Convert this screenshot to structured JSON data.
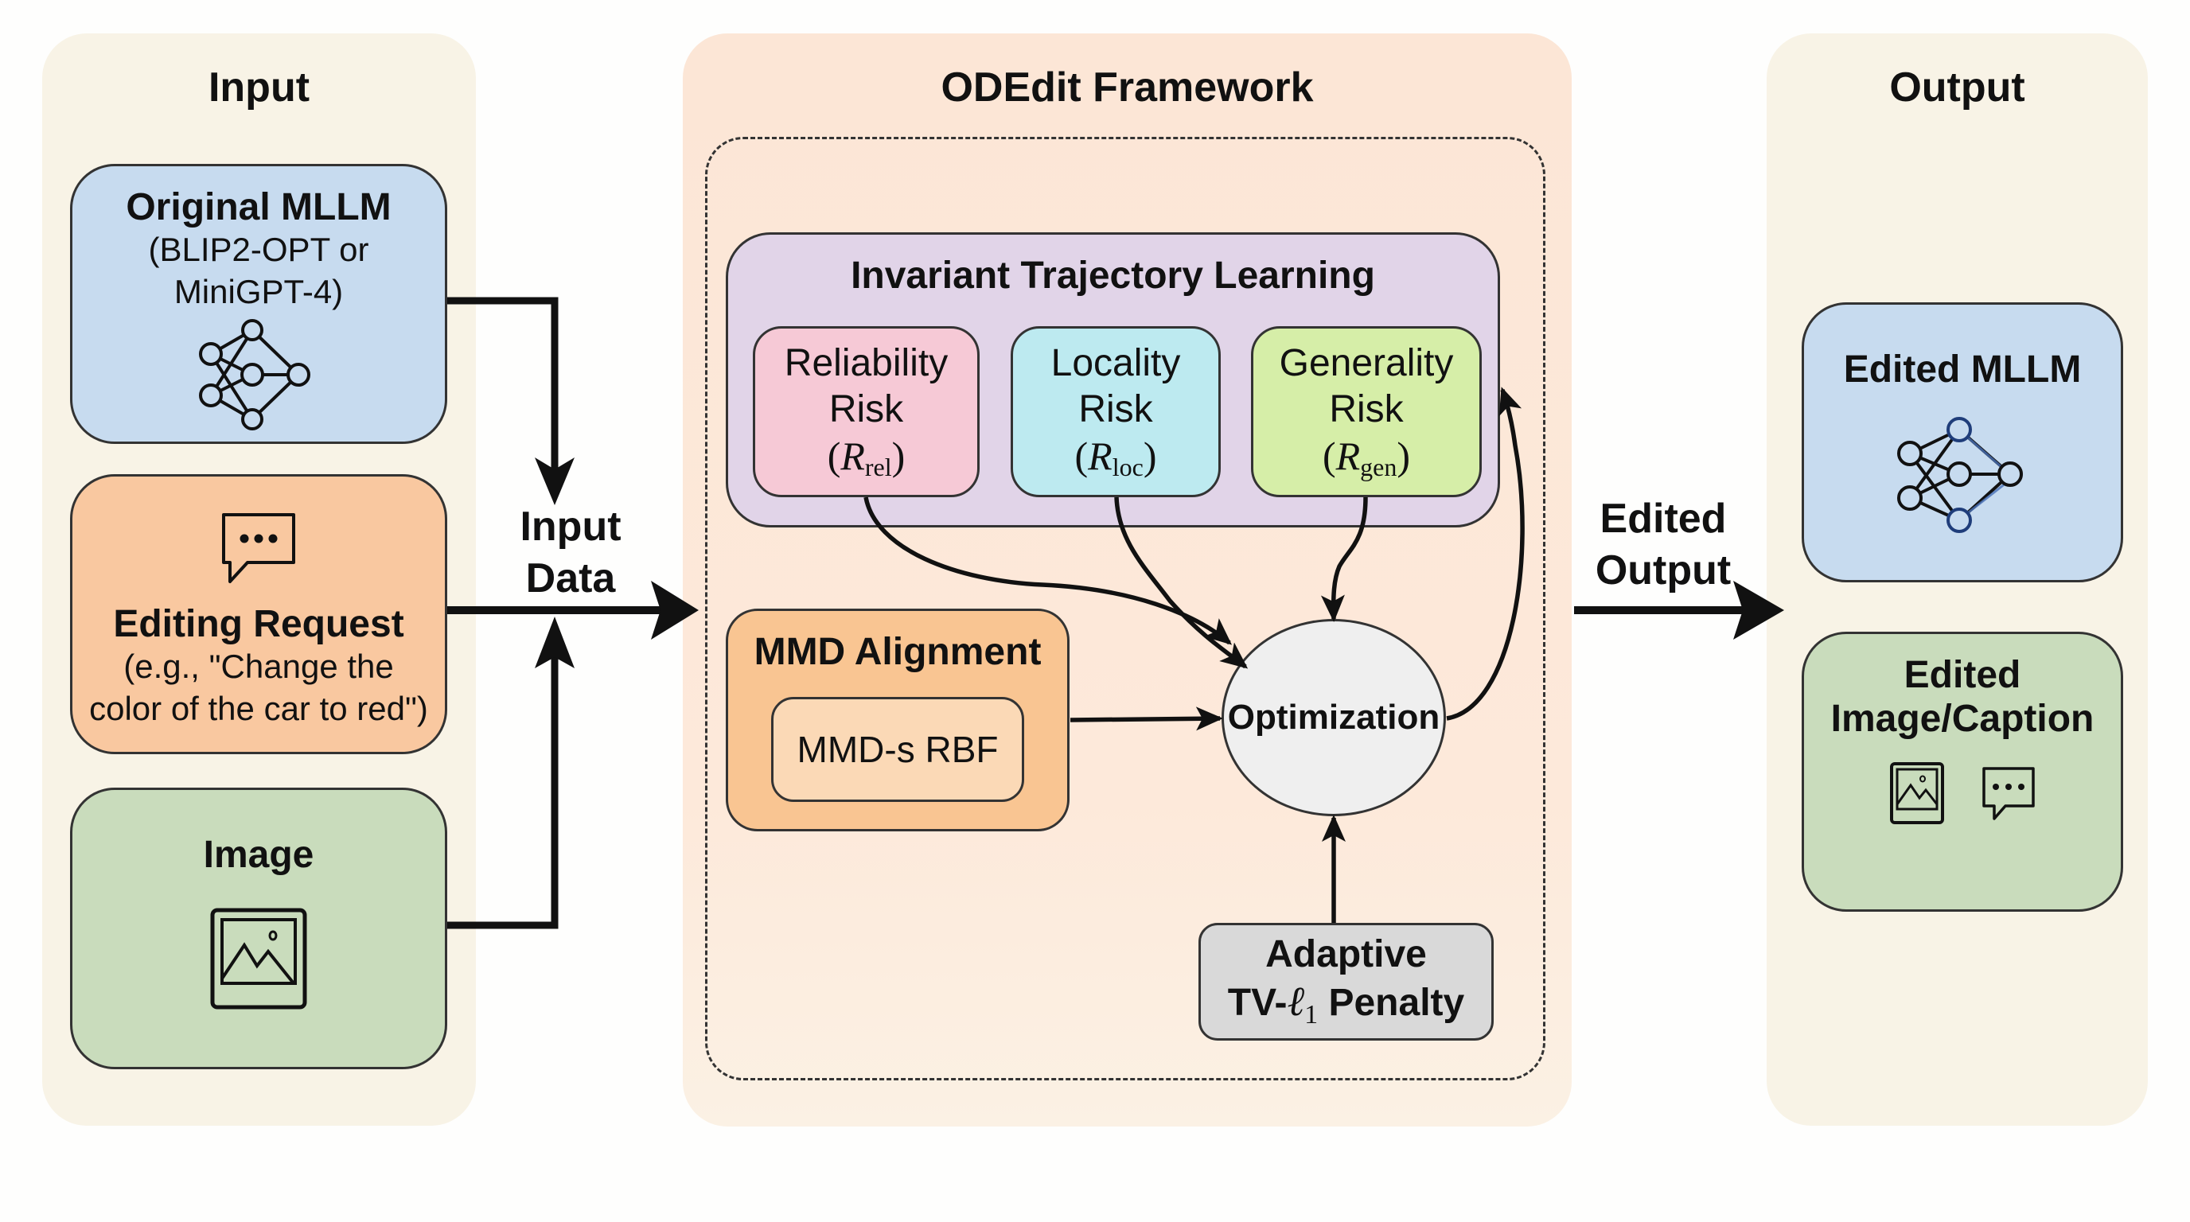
{
  "input_panel": {
    "title": "Input",
    "original_mllm": {
      "title": "Original MLLM",
      "subtitle_line1": "(BLIP2-OPT or",
      "subtitle_line2": "MiniGPT-4)",
      "icon": "neural-network-icon",
      "color": "#c7dbef"
    },
    "editing_request": {
      "icon": "chat-bubble-icon",
      "title": "Editing Request",
      "subtitle_line1": "(e.g., \"Change the",
      "subtitle_line2": "color of the car to red\")",
      "color": "#f9c8a0"
    },
    "image": {
      "title": "Image",
      "icon": "image-icon",
      "color": "#c9dcbc"
    }
  },
  "input_data_label": {
    "line1": "Input",
    "line2": "Data"
  },
  "framework_panel": {
    "title": "ODEdit Framework",
    "invariant_trajectory_learning": {
      "title": "Invariant Trajectory Learning",
      "risks": [
        {
          "line1": "Reliability",
          "line2": "Risk",
          "symbol": "R",
          "subscript": "rel",
          "color": "#f6c9d6"
        },
        {
          "line1": "Locality",
          "line2": "Risk",
          "symbol": "R",
          "subscript": "loc",
          "color": "#bdeaf0"
        },
        {
          "line1": "Generality",
          "line2": "Risk",
          "symbol": "R",
          "subscript": "gen",
          "color": "#d6eea8"
        }
      ]
    },
    "mmd_alignment": {
      "title": "MMD Alignment",
      "inner": "MMD-s RBF"
    },
    "optimization": "Optimization",
    "adaptive_penalty": {
      "line1": "Adaptive",
      "line2_prefix": "TV-",
      "line2_symbol": "ℓ",
      "line2_subscript": "1",
      "line2_suffix": " Penalty"
    }
  },
  "edited_output_label": {
    "line1": "Edited",
    "line2": "Output"
  },
  "output_panel": {
    "title": "Output",
    "edited_mllm": {
      "title": "Edited MLLM",
      "icon": "neural-network-icon",
      "color": "#c7dbef"
    },
    "edited_image_caption": {
      "line1": "Edited",
      "line2": "Image/Caption",
      "icons": [
        "image-icon",
        "chat-bubble-icon"
      ],
      "color": "#c9dcbc"
    }
  }
}
